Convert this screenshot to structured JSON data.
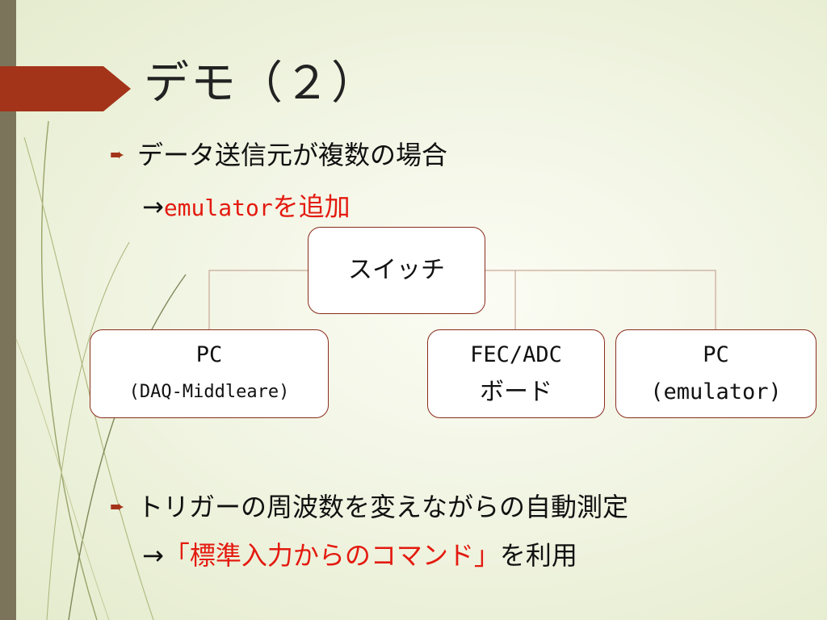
{
  "slide": {
    "title": "デモ（２）",
    "bullets": [
      {
        "text": "データ送信元が複数の場合",
        "sub_prefix": "→",
        "sub_mono": "emulator",
        "sub_red": "を追加"
      },
      {
        "text": "トリガーの周波数を変えながらの自動測定",
        "sub_prefix": "→",
        "sub_red": "「標準入力からのコマンド」",
        "sub_rest": "を利用"
      }
    ],
    "diagram": {
      "root": "スイッチ",
      "children": [
        {
          "line1": "PC",
          "line2": "(DAQ-Middleare)"
        },
        {
          "line1": "FEC/ADC",
          "line2": "ボード"
        },
        {
          "line1": "PC",
          "line2": "(emulator)"
        }
      ]
    },
    "colors": {
      "accent": "#a3341a",
      "highlight": "#e41a10",
      "box_border": "#8a2c1c",
      "left_bar": "#7b745a"
    }
  }
}
